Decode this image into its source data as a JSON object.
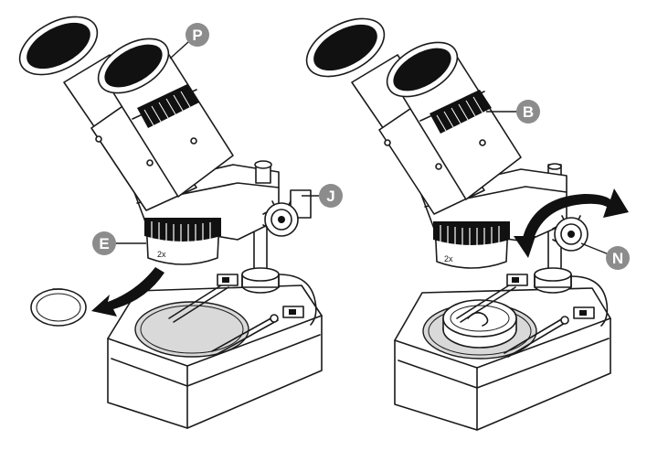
{
  "callouts": {
    "p": "P",
    "j": "J",
    "e": "E",
    "b": "B",
    "n": "N"
  },
  "lens_mark_left": "2x",
  "lens_mark_right": "2x",
  "colors": {
    "callout_fill": "#8c8c8c",
    "line": "#1a1a1a",
    "stage_plate": "#d9d9d9"
  }
}
